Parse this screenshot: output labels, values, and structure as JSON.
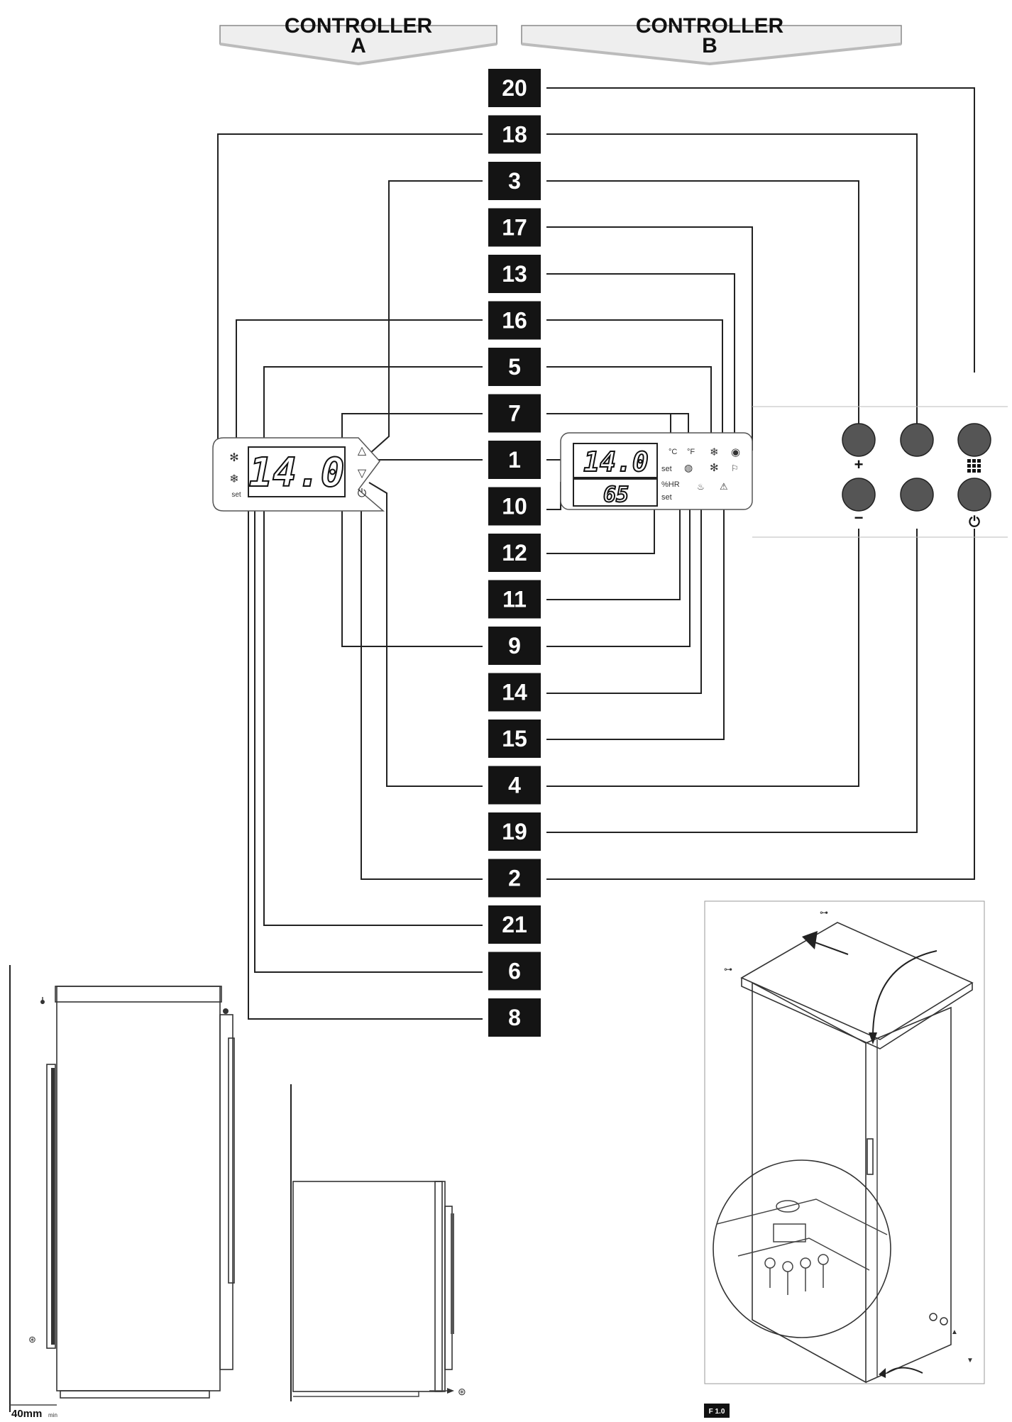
{
  "headers": {
    "controller_a": "CONTROLLER\nA",
    "controller_b": "CONTROLLER\nB"
  },
  "legend_numbers": [
    "20",
    "18",
    "3",
    "17",
    "13",
    "16",
    "5",
    "7",
    "1",
    "10",
    "12",
    "11",
    "9",
    "14",
    "15",
    "4",
    "19",
    "2",
    "21",
    "6",
    "8"
  ],
  "controller_a": {
    "display": "14.0",
    "icons": [
      "fan-icon",
      "defrost-icon",
      "up-arrow-icon",
      "down-arrow-icon",
      "power-icon"
    ],
    "set_label": "set"
  },
  "controller_b": {
    "display_main": "14.0",
    "display_secondary": "65",
    "unit_c": "°C",
    "unit_f": "°F",
    "set_label": "set",
    "humidity_label": "%HR",
    "set_label_2": "set"
  },
  "keypad": {
    "plus": "+",
    "minus": "−",
    "power": "⏻"
  },
  "clearance_label": "40mm",
  "clearance_unit": "min",
  "figure_label": "F 1.0"
}
